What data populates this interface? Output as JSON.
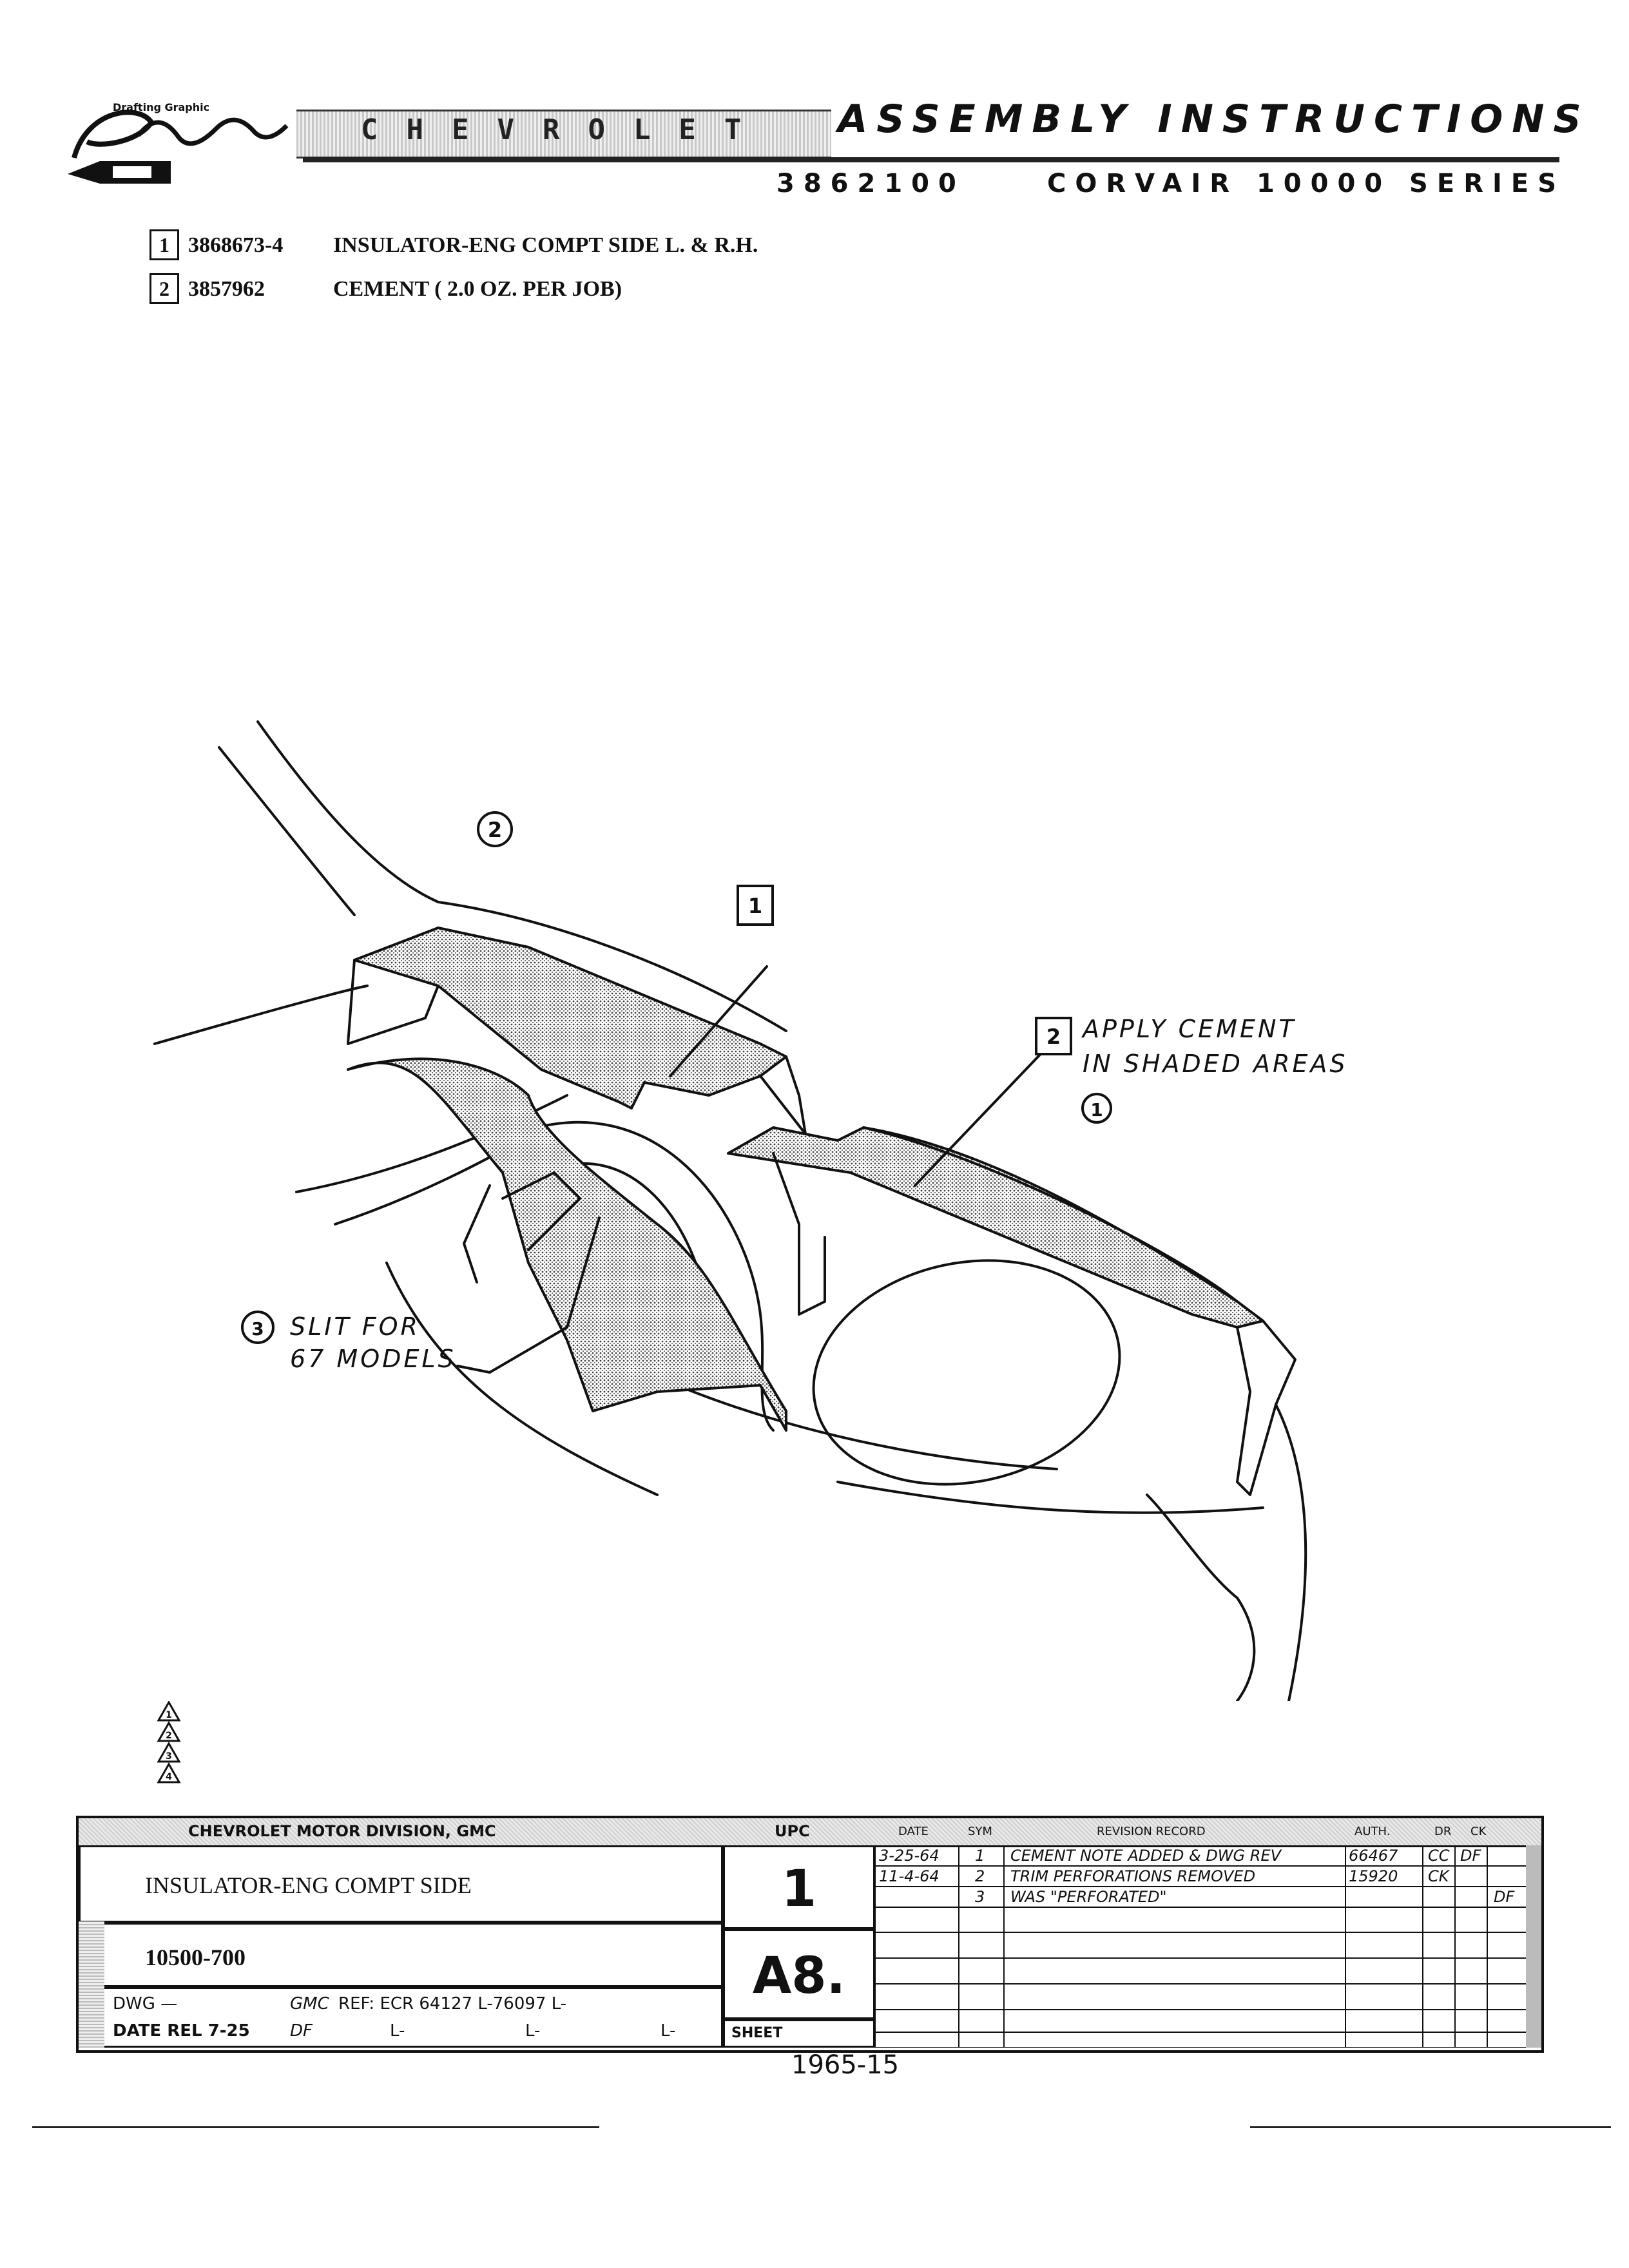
{
  "header": {
    "logo_text": "Drafting Graphic",
    "brand": "CHEVROLET",
    "title": "ASSEMBLY INSTRUCTIONS",
    "doc_number": "3862100",
    "series": "CORVAIR 10000 SERIES"
  },
  "parts": [
    {
      "index": "1",
      "part_number": "3868673-4",
      "description": "INSULATOR-ENG COMPT SIDE  L. & R.H."
    },
    {
      "index": "2",
      "part_number": "3857962",
      "description": "CEMENT ( 2.0 OZ. PER JOB)"
    }
  ],
  "drawing": {
    "callout_2_top": "2",
    "callout_1_box": "1",
    "callout_2_box": "2",
    "apply_note_line1": "APPLY CEMENT",
    "apply_note_line2": "IN SHADED AREAS",
    "apply_note_ref": "1",
    "slit_ref": "3",
    "slit_line1": "SLIT FOR",
    "slit_line2": "67 MODELS"
  },
  "revision_marks": [
    "1",
    "2",
    "3",
    "4"
  ],
  "title_block": {
    "division": "CHEVROLET MOTOR DIVISION, GMC",
    "upc_label": "UPC",
    "date_label": "DATE",
    "sym_label": "SYM",
    "record_label": "REVISION RECORD",
    "auth_label": "AUTH.",
    "dr_label": "DR",
    "ck_label": "CK",
    "part_name": "INSULATOR-ENG COMPT SIDE",
    "model_code": "10500-700",
    "upc_value": "1",
    "group_value": "A8.",
    "dwg_label": "DWG  —",
    "date_rel": "DATE REL 7-25",
    "gmc_initials": "GMC",
    "df_initials": "DF",
    "ref_text": "REF: ECR 64127  L-76097   L-",
    "ref_row2_a": "L-",
    "ref_row2_b": "L-",
    "ref_row2_c": "L-",
    "sheet_label": "SHEET",
    "revisions": [
      {
        "date": "3-25-64",
        "sym": "1",
        "record": "CEMENT NOTE ADDED & DWG REV",
        "auth": "66467",
        "dr": "CC",
        "ck": "DF"
      },
      {
        "date": "11-4-64",
        "sym": "2",
        "record": "TRIM PERFORATIONS REMOVED",
        "auth": "15920",
        "dr": "CK",
        "ck": ""
      },
      {
        "date": "",
        "sym": "3",
        "record": "WAS \"PERFORATED\"",
        "auth": "",
        "dr": "",
        "ck": "DF"
      }
    ]
  },
  "footer": {
    "page_ref": "1965-15"
  }
}
